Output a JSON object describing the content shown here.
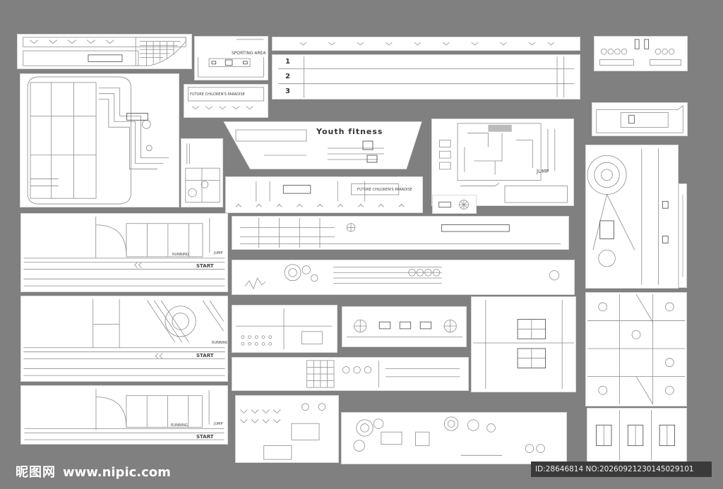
{
  "labels": {
    "youth_fitness": "Youth fitness",
    "future_children_paradise": "FUTURE CHILDREN'S PARADISE",
    "sporting_area": "SPORTING AREA",
    "running": "RUNNING",
    "jump": "JUMP",
    "start": "START",
    "n1": "1",
    "n2": "2",
    "n3": "3"
  },
  "watermark": {
    "site_cn": "昵图网",
    "site_url": "www.nipic.com"
  },
  "id_bar": {
    "text": "ID:28646814 NO:20260921230145029101"
  },
  "colors": {
    "background": "#808080",
    "panel": "#ffffff",
    "line": "#8a8a8a"
  }
}
